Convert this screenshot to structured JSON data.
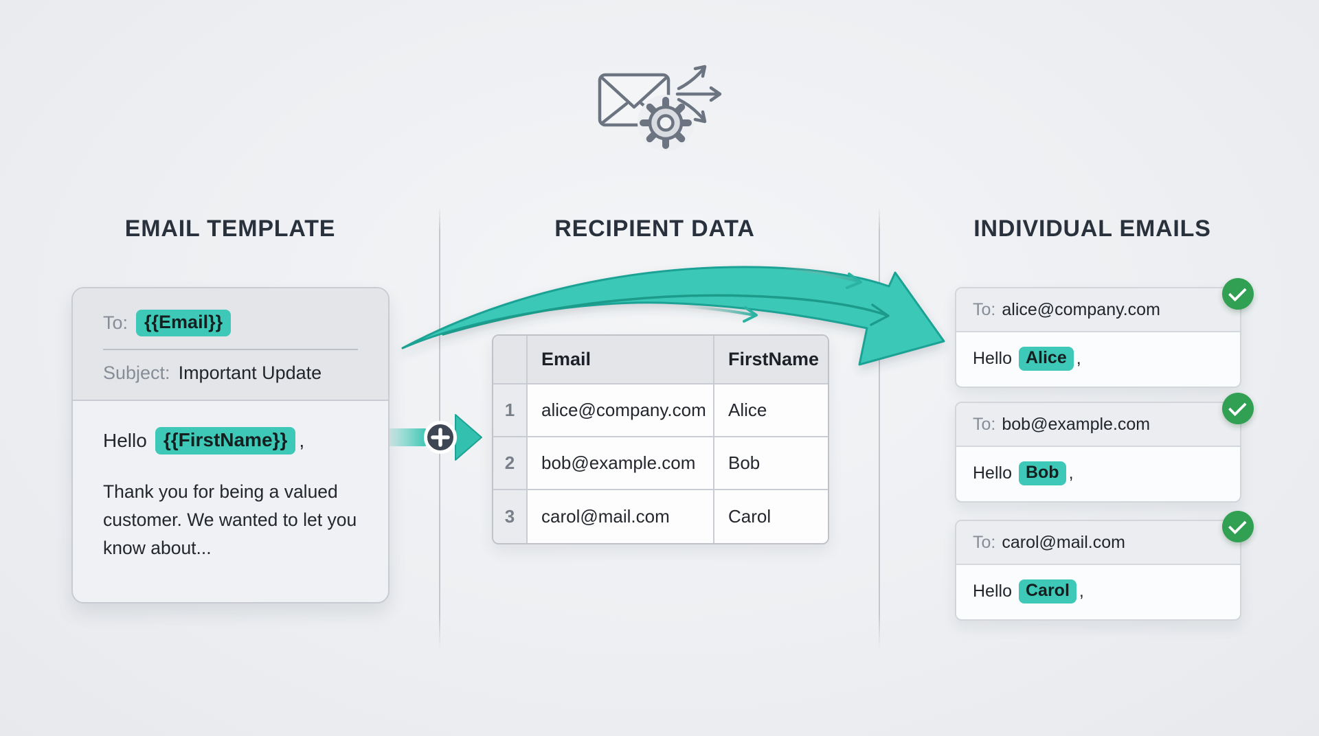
{
  "colors": {
    "background": "#edeff2",
    "accent_teal": "#3ec8b8",
    "arrow_teal": "#3bc8b7",
    "arrow_outline": "#1da294",
    "success_green": "#31a052",
    "heading": "#29313c",
    "body_text": "#23272d",
    "muted_text": "#868d97",
    "icon_gray": "#6b7480"
  },
  "icons": {
    "header": "envelope-gear-fanout-icon",
    "merge": "plus-icon",
    "flow": "curved-arrow-icon",
    "sent": "check-icon"
  },
  "sections": {
    "template": {
      "title": "EMAIL TEMPLATE",
      "card": {
        "to_label": "To:",
        "to_token": "{{Email}}",
        "subject_label": "Subject:",
        "subject_value": "Important Update",
        "greeting_prefix": "Hello",
        "greeting_token": "{{FirstName}}",
        "greeting_suffix": ",",
        "body_text": "Thank you for being a valued customer. We wanted to let you know about..."
      }
    },
    "recipients": {
      "title": "RECIPIENT DATA",
      "table": {
        "headers": [
          "Email",
          "FirstName"
        ],
        "rows": [
          {
            "num": "1",
            "email": "alice@company.com",
            "firstName": "Alice"
          },
          {
            "num": "2",
            "email": "bob@example.com",
            "firstName": "Bob"
          },
          {
            "num": "3",
            "email": "carol@mail.com",
            "firstName": "Carol"
          }
        ]
      }
    },
    "output": {
      "title": "INDIVIDUAL EMAILS",
      "emails": [
        {
          "to_label": "To:",
          "to_value": "alice@company.com",
          "greeting_prefix": "Hello",
          "name": "Alice",
          "greeting_suffix": ","
        },
        {
          "to_label": "To:",
          "to_value": "bob@example.com",
          "greeting_prefix": "Hello",
          "name": "Bob",
          "greeting_suffix": ","
        },
        {
          "to_label": "To:",
          "to_value": "carol@mail.com",
          "greeting_prefix": "Hello",
          "name": "Carol",
          "greeting_suffix": ","
        }
      ]
    }
  }
}
